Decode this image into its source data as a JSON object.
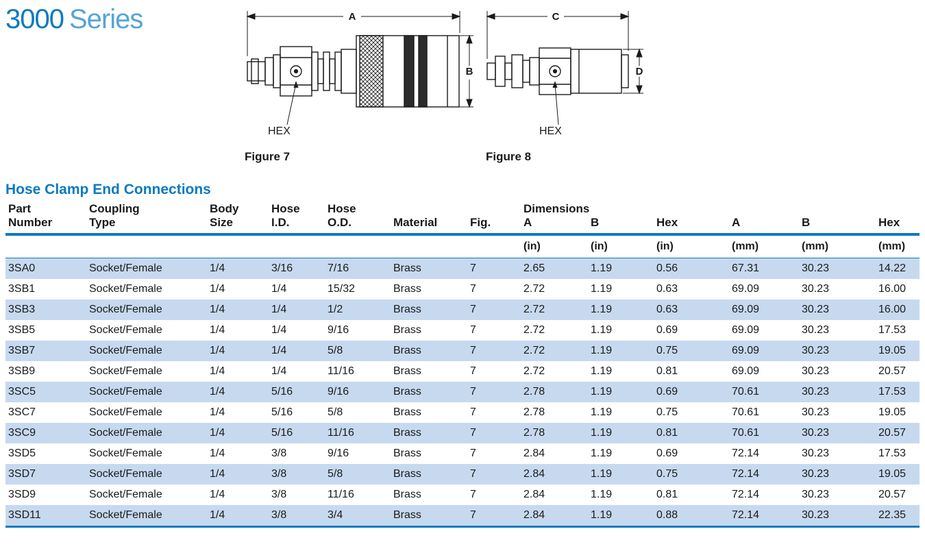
{
  "page": {
    "title_part1": "3000",
    "title_part2": "Series"
  },
  "figures": [
    {
      "caption": "Figure 7",
      "dim_horizontal": "A",
      "dim_vertical": "B",
      "hex_label": "HEX"
    },
    {
      "caption": "Figure 8",
      "dim_horizontal": "C",
      "dim_vertical": "D",
      "hex_label": "HEX"
    }
  ],
  "section": {
    "heading": "Hose Clamp End Connections"
  },
  "table": {
    "group_header": "Dimensions",
    "columns": [
      {
        "top": "Part",
        "bottom": "Number",
        "unit": ""
      },
      {
        "top": "Coupling",
        "bottom": "Type",
        "unit": ""
      },
      {
        "top": "Body",
        "bottom": "Size",
        "unit": ""
      },
      {
        "top": "Hose",
        "bottom": "I.D.",
        "unit": ""
      },
      {
        "top": "Hose",
        "bottom": "O.D.",
        "unit": ""
      },
      {
        "top": "",
        "bottom": "Material",
        "unit": ""
      },
      {
        "top": "",
        "bottom": "Fig.",
        "unit": ""
      },
      {
        "top": "",
        "bottom": "A",
        "unit": "(in)"
      },
      {
        "top": "",
        "bottom": "B",
        "unit": "(in)"
      },
      {
        "top": "",
        "bottom": "Hex",
        "unit": "(in)"
      },
      {
        "top": "",
        "bottom": "A",
        "unit": "(mm)"
      },
      {
        "top": "",
        "bottom": "B",
        "unit": "(mm)"
      },
      {
        "top": "",
        "bottom": "Hex",
        "unit": "(mm)"
      }
    ],
    "rows": [
      [
        "3SA0",
        "Socket/Female",
        "1/4",
        "3/16",
        "7/16",
        "Brass",
        "7",
        "2.65",
        "1.19",
        "0.56",
        "67.31",
        "30.23",
        "14.22"
      ],
      [
        "3SB1",
        "Socket/Female",
        "1/4",
        "1/4",
        "15/32",
        "Brass",
        "7",
        "2.72",
        "1.19",
        "0.63",
        "69.09",
        "30.23",
        "16.00"
      ],
      [
        "3SB3",
        "Socket/Female",
        "1/4",
        "1/4",
        "1/2",
        "Brass",
        "7",
        "2.72",
        "1.19",
        "0.63",
        "69.09",
        "30.23",
        "16.00"
      ],
      [
        "3SB5",
        "Socket/Female",
        "1/4",
        "1/4",
        "9/16",
        "Brass",
        "7",
        "2.72",
        "1.19",
        "0.69",
        "69.09",
        "30.23",
        "17.53"
      ],
      [
        "3SB7",
        "Socket/Female",
        "1/4",
        "1/4",
        "5/8",
        "Brass",
        "7",
        "2.72",
        "1.19",
        "0.75",
        "69.09",
        "30.23",
        "19.05"
      ],
      [
        "3SB9",
        "Socket/Female",
        "1/4",
        "1/4",
        "11/16",
        "Brass",
        "7",
        "2.72",
        "1.19",
        "0.81",
        "69.09",
        "30.23",
        "20.57"
      ],
      [
        "3SC5",
        "Socket/Female",
        "1/4",
        "5/16",
        "9/16",
        "Brass",
        "7",
        "2.78",
        "1.19",
        "0.69",
        "70.61",
        "30.23",
        "17.53"
      ],
      [
        "3SC7",
        "Socket/Female",
        "1/4",
        "5/16",
        "5/8",
        "Brass",
        "7",
        "2.78",
        "1.19",
        "0.75",
        "70.61",
        "30.23",
        "19.05"
      ],
      [
        "3SC9",
        "Socket/Female",
        "1/4",
        "5/16",
        "11/16",
        "Brass",
        "7",
        "2.78",
        "1.19",
        "0.81",
        "70.61",
        "30.23",
        "20.57"
      ],
      [
        "3SD5",
        "Socket/Female",
        "1/4",
        "3/8",
        "9/16",
        "Brass",
        "7",
        "2.84",
        "1.19",
        "0.69",
        "72.14",
        "30.23",
        "17.53"
      ],
      [
        "3SD7",
        "Socket/Female",
        "1/4",
        "3/8",
        "5/8",
        "Brass",
        "7",
        "2.84",
        "1.19",
        "0.75",
        "72.14",
        "30.23",
        "19.05"
      ],
      [
        "3SD9",
        "Socket/Female",
        "1/4",
        "3/8",
        "11/16",
        "Brass",
        "7",
        "2.84",
        "1.19",
        "0.81",
        "72.14",
        "30.23",
        "20.57"
      ],
      [
        "3SD11",
        "Socket/Female",
        "1/4",
        "3/8",
        "3/4",
        "Brass",
        "7",
        "2.84",
        "1.19",
        "0.88",
        "72.14",
        "30.23",
        "22.35"
      ]
    ]
  },
  "colors": {
    "accent_blue": "#0a7ac0",
    "title_light_blue": "#55a4d6",
    "row_shade": "#c6d9ef",
    "drawing_ink": "#1a1a1a"
  }
}
